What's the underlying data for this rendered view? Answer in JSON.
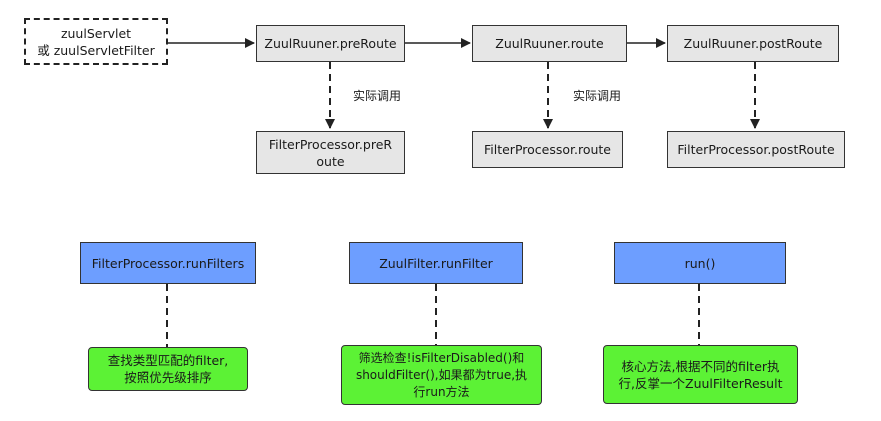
{
  "colors": {
    "route_box_fill": "#e6e6e6",
    "method_box_fill": "#6d9eff",
    "note_box_fill": "#5cf235",
    "line": "#222222"
  },
  "flow": {
    "entry": "zuulServlet\n或 zuulServletFilter",
    "pre_route": "ZuulRuuner.preRoute",
    "route": "ZuulRuuner.route",
    "post_route": "ZuulRuuner.postRoute",
    "processor_pre_route": "FilterProcessor.preR\noute",
    "processor_route": "FilterProcessor.route",
    "processor_post_route": "FilterProcessor.postRoute",
    "call_label_1": "实际调用",
    "call_label_2": "实际调用"
  },
  "methods": [
    {
      "name": "FilterProcessor.runFilters",
      "note": "查找类型匹配的filter,\n按照优先级排序"
    },
    {
      "name": "ZuulFilter.runFilter",
      "note": "筛选检查!isFilterDisabled()和\nshouldFilter(),如果都为true,执\n行run方法"
    },
    {
      "name": "run()",
      "note": "核心方法,根据不同的filter执\n行,反掌一个ZuulFilterResult"
    }
  ]
}
